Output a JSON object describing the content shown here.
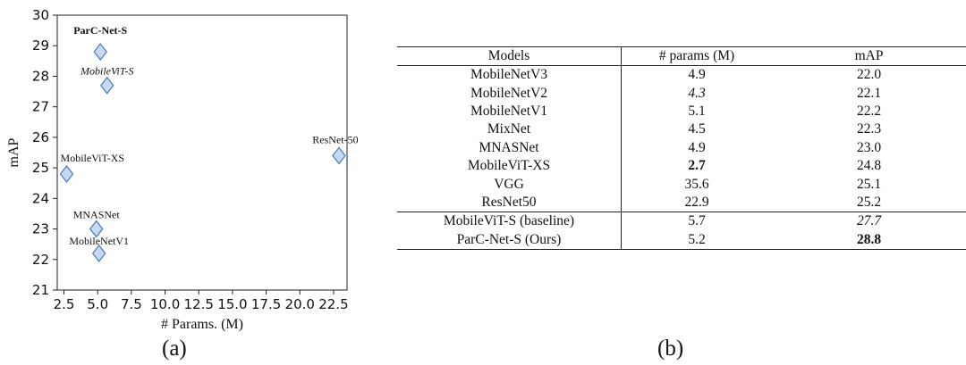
{
  "chart_data": {
    "type": "scatter",
    "xlabel": "# Params. (M)",
    "ylabel": "mAP",
    "xlim": [
      2.0,
      23.5
    ],
    "ylim": [
      21,
      30
    ],
    "xticks": [
      "2.5",
      "5.0",
      "7.5",
      "10.0",
      "12.5",
      "15.0",
      "17.5",
      "20.0",
      "22.5"
    ],
    "yticks": [
      "21",
      "22",
      "23",
      "24",
      "25",
      "26",
      "27",
      "28",
      "29",
      "30"
    ],
    "marker": "diamond",
    "marker_fill": "#c6d9f1",
    "marker_edge": "#4a77b8",
    "points": [
      {
        "label": "ParC-Net-S",
        "x": 5.2,
        "y": 28.8,
        "style": "bold"
      },
      {
        "label": "MobileViT-S",
        "x": 5.7,
        "y": 27.7,
        "style": "italic"
      },
      {
        "label": "ResNet-50",
        "x": 22.9,
        "y": 25.4,
        "style": "normal"
      },
      {
        "label": "MobileViT-XS",
        "x": 2.7,
        "y": 24.8,
        "style": "normal"
      },
      {
        "label": "MNASNet",
        "x": 4.9,
        "y": 23.0,
        "style": "normal"
      },
      {
        "label": "MobileNetV1",
        "x": 5.1,
        "y": 22.2,
        "style": "normal"
      }
    ]
  },
  "panels": {
    "a": "(a)",
    "b": "(b)"
  },
  "table": {
    "headers": [
      "Models",
      "# params (M)",
      "mAP"
    ],
    "rows": [
      {
        "model": "MobileNetV3",
        "params": "4.9",
        "map": "22.0",
        "params_style": "",
        "map_style": ""
      },
      {
        "model": "MobileNetV2",
        "params": "4.3",
        "map": "22.1",
        "params_style": "italic",
        "map_style": ""
      },
      {
        "model": "MobileNetV1",
        "params": "5.1",
        "map": "22.2",
        "params_style": "",
        "map_style": ""
      },
      {
        "model": "MixNet",
        "params": "4.5",
        "map": "22.3",
        "params_style": "",
        "map_style": ""
      },
      {
        "model": "MNASNet",
        "params": "4.9",
        "map": "23.0",
        "params_style": "",
        "map_style": ""
      },
      {
        "model": "MobileViT-XS",
        "params": "2.7",
        "map": "24.8",
        "params_style": "bold",
        "map_style": ""
      },
      {
        "model": "VGG",
        "params": "35.6",
        "map": "25.1",
        "params_style": "",
        "map_style": ""
      },
      {
        "model": "ResNet50",
        "params": "22.9",
        "map": "25.2",
        "params_style": "",
        "map_style": ""
      },
      {
        "model": "MobileViT-S (baseline)",
        "params": "5.7",
        "map": "27.7",
        "params_style": "",
        "map_style": "italic",
        "group_start": true
      },
      {
        "model": "ParC-Net-S (Ours)",
        "params": "5.2",
        "map": "28.8",
        "params_style": "",
        "map_style": "bold"
      }
    ]
  }
}
